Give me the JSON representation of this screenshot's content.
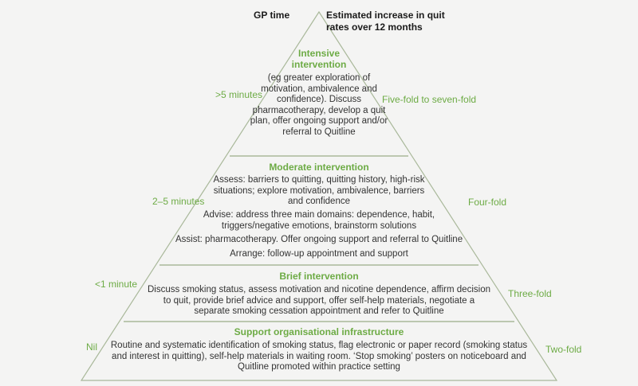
{
  "header": {
    "gp_time": "GP time",
    "quit_rates": "Estimated increase in quit rates over 12 months"
  },
  "colors": {
    "accent": "#6dab45",
    "lines": "#a9b89a"
  },
  "levels": [
    {
      "title": "Intensive intervention",
      "time": ">5 minutes",
      "increase": "Five-fold to seven-fold",
      "paragraphs": [
        "(eg greater exploration of motivation, ambivalence and confidence). Discuss pharmacotherapy, develop a quit plan, offer ongoing support and/or referral to Quitline"
      ]
    },
    {
      "title": "Moderate intervention",
      "time": "2–5 minutes",
      "increase": "Four-fold",
      "paragraphs": [
        "Assess: barriers to quitting, quitting history, high-risk situations; explore motivation, ambivalence, barriers and confidence",
        "Advise: address three main domains: dependence, habit, triggers/negative emotions, brainstorm solutions",
        "Assist: pharmacotherapy. Offer ongoing support and referral to Quitline",
        "Arrange: follow-up appointment and support"
      ]
    },
    {
      "title": "Brief intervention",
      "time": "<1 minute",
      "increase": "Three-fold",
      "paragraphs": [
        "Discuss smoking status, assess motivation and nicotine dependence, affirm decision to quit, provide brief advice and support, offer self-help materials, negotiate a separate smoking cessation appointment and refer to Quitline"
      ]
    },
    {
      "title": "Support organisational infrastructure",
      "time": "Nil",
      "increase": "Two-fold",
      "paragraphs": [
        "Routine and systematic identification of smoking status, flag electronic or paper record (smoking status and interest in quitting), self-help materials in waiting room. ‘Stop smoking’ posters on noticeboard and Quitline promoted within practice setting"
      ]
    }
  ]
}
